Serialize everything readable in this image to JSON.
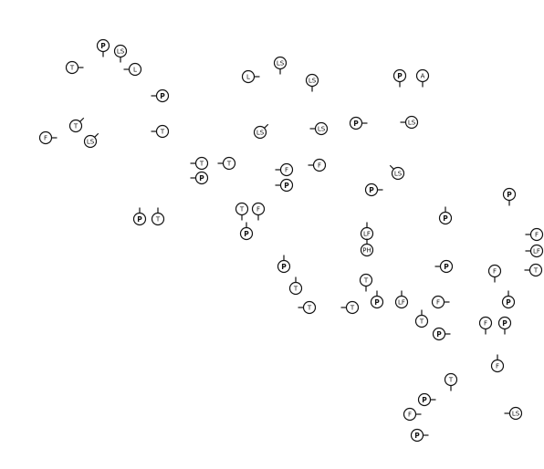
{
  "map": {
    "symbols": [
      {
        "code": "P",
        "tick": "down"
      },
      {
        "code": "LS",
        "tick": "down"
      },
      {
        "code": "T",
        "tick": "right"
      },
      {
        "code": "L",
        "tick": "left"
      },
      {
        "code": "P",
        "tick": "left"
      },
      {
        "code": "T",
        "tick": "up-right"
      },
      {
        "code": "F",
        "tick": "right"
      },
      {
        "code": "LS",
        "tick": "up-right"
      },
      {
        "code": "T",
        "tick": "left"
      },
      {
        "code": "T",
        "tick": "left"
      },
      {
        "code": "T",
        "tick": "left"
      },
      {
        "code": "P",
        "tick": "left"
      },
      {
        "code": "P",
        "tick": "up"
      },
      {
        "code": "T",
        "tick": "up"
      },
      {
        "code": "L",
        "tick": "right"
      },
      {
        "code": "LS",
        "tick": "down"
      },
      {
        "code": "LS",
        "tick": "down"
      },
      {
        "code": "LS",
        "tick": "up-right"
      },
      {
        "code": "LS",
        "tick": "left"
      },
      {
        "code": "F",
        "tick": "left"
      },
      {
        "code": "P",
        "tick": "left"
      },
      {
        "code": "F",
        "tick": "left"
      },
      {
        "code": "T",
        "tick": "down"
      },
      {
        "code": "F",
        "tick": "down"
      },
      {
        "code": "P",
        "tick": "up"
      },
      {
        "code": "P",
        "tick": "down"
      },
      {
        "code": "A",
        "tick": "down"
      },
      {
        "code": "P",
        "tick": "right"
      },
      {
        "code": "LS",
        "tick": "left"
      },
      {
        "code": "LS",
        "tick": "up-left"
      },
      {
        "code": "P",
        "tick": "right"
      },
      {
        "code": "P",
        "tick": "down"
      },
      {
        "code": "P",
        "tick": "up"
      },
      {
        "code": "LF",
        "tick": "up"
      },
      {
        "code": "PH",
        "tick": "up"
      },
      {
        "code": "P",
        "tick": "up"
      },
      {
        "code": "T",
        "tick": "up"
      },
      {
        "code": "T",
        "tick": "left"
      },
      {
        "code": "T",
        "tick": "left"
      },
      {
        "code": "T",
        "tick": "down"
      },
      {
        "code": "P",
        "tick": "up"
      },
      {
        "code": "LF",
        "tick": "up"
      },
      {
        "code": "P",
        "tick": "left"
      },
      {
        "code": "F",
        "tick": "right"
      },
      {
        "code": "T",
        "tick": "up"
      },
      {
        "code": "P",
        "tick": "right"
      },
      {
        "code": "F",
        "tick": "down"
      },
      {
        "code": "F",
        "tick": "left"
      },
      {
        "code": "LF",
        "tick": "left"
      },
      {
        "code": "T",
        "tick": "left"
      },
      {
        "code": "P",
        "tick": "up"
      },
      {
        "code": "F",
        "tick": "down"
      },
      {
        "code": "P",
        "tick": "down"
      },
      {
        "code": "F",
        "tick": "up"
      },
      {
        "code": "T",
        "tick": "down"
      },
      {
        "code": "P",
        "tick": "right"
      },
      {
        "code": "F",
        "tick": "right"
      },
      {
        "code": "P",
        "tick": "right"
      },
      {
        "code": "LS",
        "tick": "left"
      }
    ]
  }
}
